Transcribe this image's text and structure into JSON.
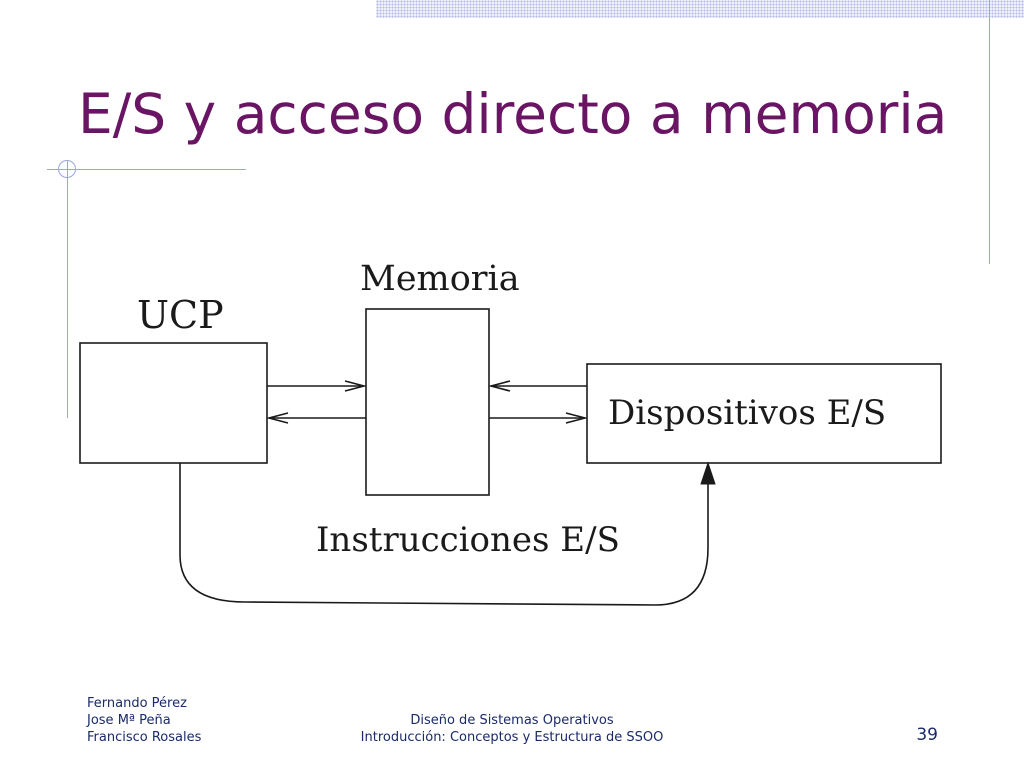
{
  "slide": {
    "title": "E/S y acceso directo a memoria",
    "page_number": "39"
  },
  "diagram": {
    "cpu_label": "UCP",
    "memory_label": "Memoria",
    "devices_label": "Dispositivos E/S",
    "io_instructions_label": "Instrucciones E/S"
  },
  "footer": {
    "authors": [
      "Fernando Pérez",
      "Jose Mª Peña",
      "Francisco Rosales"
    ],
    "course": "Diseño de Sistemas Operativos",
    "subtitle": "Introducción: Conceptos y Estructura de SSOO"
  },
  "colors": {
    "title": "#6a1464",
    "decoration": "#9aa6dc",
    "footer_text": "#1a2a6a"
  }
}
